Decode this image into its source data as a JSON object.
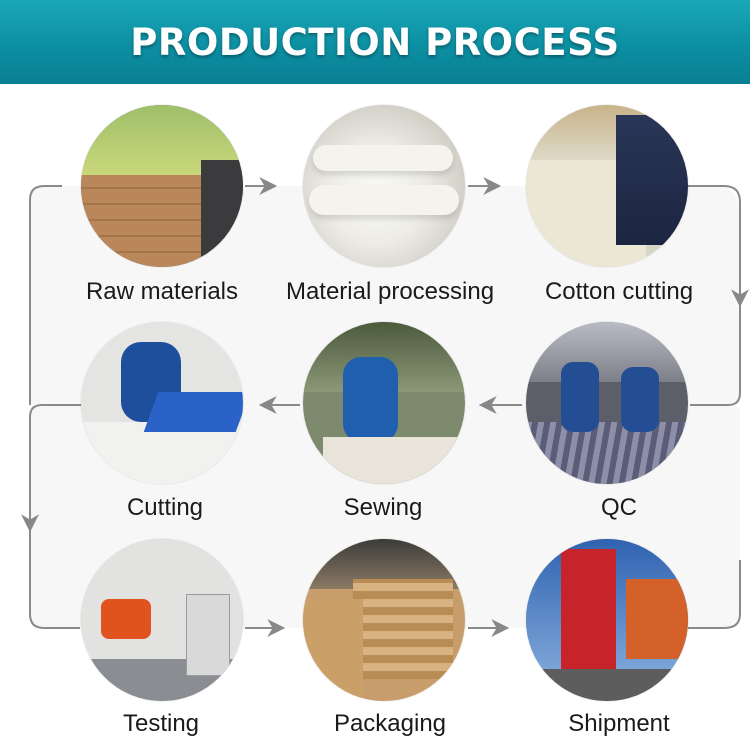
{
  "header": {
    "title": "PRODUCTION PROCESS"
  },
  "steps": [
    {
      "label": "Raw materials"
    },
    {
      "label": "Material processing"
    },
    {
      "label": "Cotton cutting"
    },
    {
      "label": "QC"
    },
    {
      "label": "Sewing"
    },
    {
      "label": "Cutting"
    },
    {
      "label": "Testing"
    },
    {
      "label": "Packaging"
    },
    {
      "label": "Shipment"
    }
  ],
  "colors": {
    "header": "#0c8fa2",
    "flow_line": "#8a8a8a",
    "flow_fill": "#f7f7f7"
  }
}
